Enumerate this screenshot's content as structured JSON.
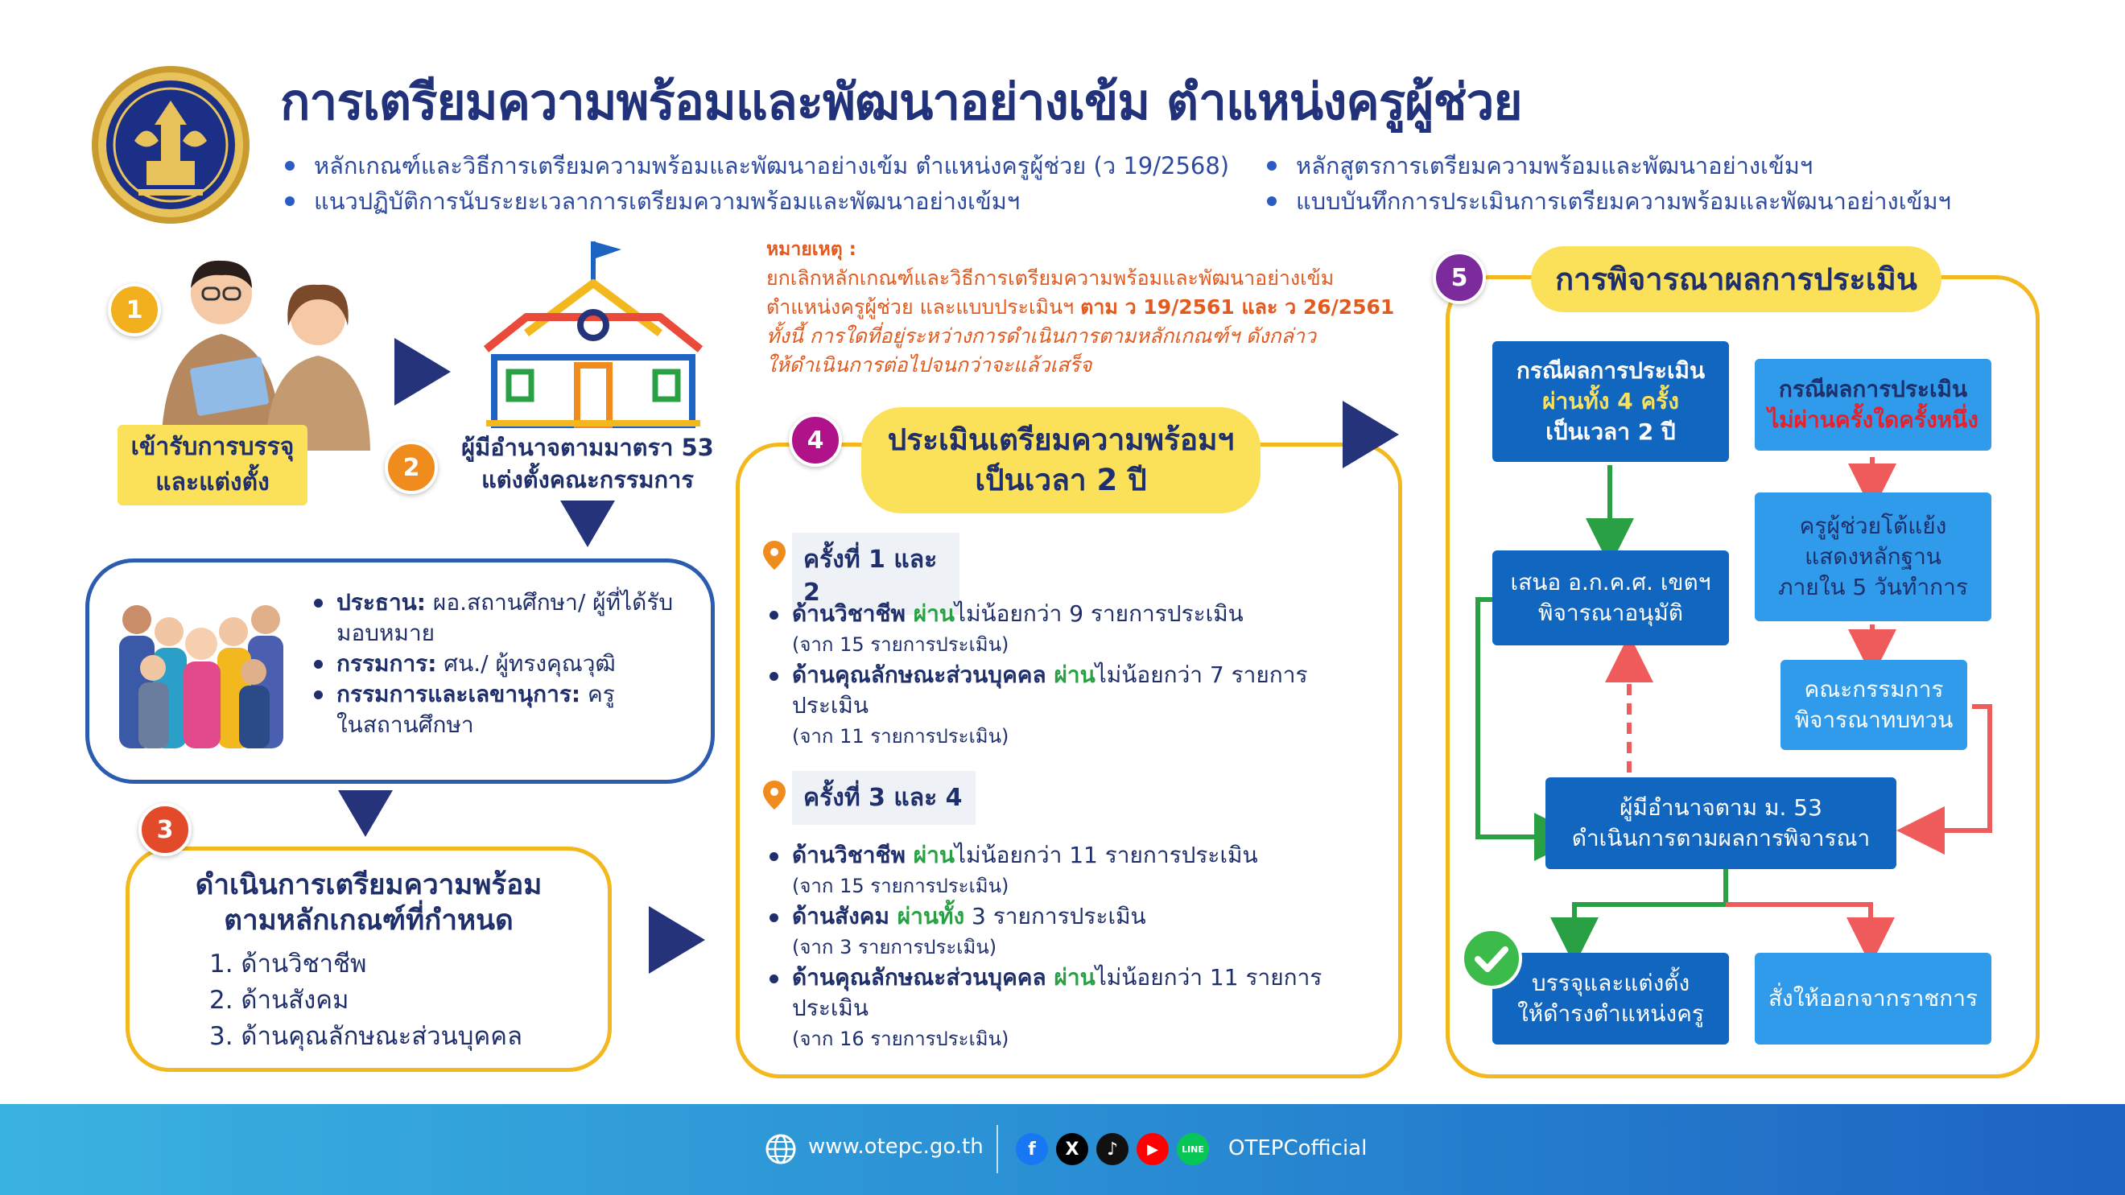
{
  "header": {
    "title": "การเตรียมความพร้อมและพัฒนาอย่างเข้ม ตำแหน่งครูผู้ช่วย",
    "bullets_left": [
      "หลักเกณฑ์และวิธีการเตรียมความพร้อมและพัฒนาอย่างเข้ม ตำแหน่งครูผู้ช่วย  (ว 19/2568)",
      "แนวปฏิบัติการนับระยะเวลาการเตรียมความพร้อมและพัฒนาอย่างเข้มฯ"
    ],
    "bullets_right": [
      "หลักสูตรการเตรียมความพร้อมและพัฒนาอย่างเข้มฯ",
      "แบบบันทึกการประเมินการเตรียมความพร้อมและพัฒนาอย่างเข้มฯ"
    ]
  },
  "steps": {
    "s1": {
      "num": "1",
      "label_line1": "เข้ารับการบรรจุ",
      "label_line2": "และแต่งตั้ง"
    },
    "s2": {
      "num": "2",
      "label_line1": "ผู้มีอำนาจตามมาตรา 53",
      "label_line2": "แต่งตั้งคณะกรรมการ"
    },
    "committee": {
      "chair_label": "ประธาน:",
      "chair_text": " ผอ.สถานศึกษา/ ผู้ที่ได้รับ",
      "chair_text2": "มอบหมาย",
      "member_label": "กรรมการ:",
      "member_text": " ศน./ ผู้ทรงคุณวุฒิ",
      "secretary_label": "กรรมการและเลขานุการ:",
      "secretary_text": " ครู",
      "secretary_text2": "ในสถานศึกษา"
    },
    "s3": {
      "num": "3",
      "title_line1": "ดำเนินการเตรียมความพร้อม",
      "title_line2": "ตามหลักเกณฑ์ที่กำหนด",
      "items": [
        "1. ด้านวิชาชีพ",
        "2. ด้านสังคม",
        "3. ด้านคุณลักษณะส่วนบุคคล"
      ]
    },
    "note": {
      "head": "หมายเหตุ :",
      "line1": "ยกเลิกหลักเกณฑ์และวิธีการเตรียมความพร้อมและพัฒนาอย่างเข้ม",
      "line2a": "ตำแหน่งครูผู้ช่วย และแบบประเมินฯ ",
      "line2b": "ตาม ว 19/2561  และ ว 26/2561",
      "line3": "ทั้งนี้ การใดที่อยู่ระหว่างการดำเนินการตามหลักเกณฑ์ฯ ดังกล่าว",
      "line4": "ให้ดำเนินการต่อไปจนกว่าจะแล้วเสร็จ"
    },
    "s4": {
      "num": "4",
      "title_line1": "ประเมินเตรียมความพร้อมฯ",
      "title_line2": "เป็นเวลา 2 ปี",
      "round12": "ครั้งที่ 1 และ 2",
      "r12_a_label": "ด้านวิชาชีพ ",
      "r12_a_pass": "ผ่าน",
      "r12_a_rest": "ไม่น้อยกว่า 9 รายการประเมิน",
      "r12_a_sub": "(จาก 15 รายการประเมิน)",
      "r12_b_label": "ด้านคุณลักษณะส่วนบุคคล ",
      "r12_b_pass": "ผ่าน",
      "r12_b_rest": "ไม่น้อยกว่า 7 รายการ",
      "r12_b_rest2": "ประเมิน",
      "r12_b_sub": "(จาก 11 รายการประเมิน)",
      "round34": "ครั้งที่ 3 และ 4",
      "r34_a_label": "ด้านวิชาชีพ ",
      "r34_a_pass": "ผ่าน",
      "r34_a_rest": "ไม่น้อยกว่า 11 รายการประเมิน",
      "r34_a_sub": "(จาก 15 รายการประเมิน)",
      "r34_b_label": "ด้านสังคม ",
      "r34_b_pass": "ผ่านทั้ง",
      "r34_b_rest": " 3 รายการประเมิน",
      "r34_b_sub": "(จาก 3 รายการประเมิน)",
      "r34_c_label": "ด้านคุณลักษณะส่วนบุคคล ",
      "r34_c_pass": "ผ่าน",
      "r34_c_rest": "ไม่น้อยกว่า 11 รายการ",
      "r34_c_rest2": "ประเมิน",
      "r34_c_sub": "(จาก 16 รายการประเมิน)"
    },
    "s5": {
      "num": "5",
      "title": "การพิจารณาผลการประเมิน",
      "pass_line1": "กรณีผลการประเมิน",
      "pass_line2": "ผ่านทั้ง 4 ครั้ง",
      "pass_line3": "เป็นเวลา 2 ปี",
      "fail_line1": "กรณีผลการประเมิน",
      "fail_line2": "ไม่ผ่านครั้งใดครั้งหนึ่ง",
      "propose_line1": "เสนอ อ.ก.ค.ศ. เขตฯ",
      "propose_line2": "พิจารณาอนุมัติ",
      "appeal_line1": "ครูผู้ช่วยโต้แย้ง",
      "appeal_line2": "แสดงหลักฐาน",
      "appeal_line3": "ภายใน 5 วันทำการ",
      "review_line1": "คณะกรรมการ",
      "review_line2": "พิจารณาทบทวน",
      "authority_line1": "ผู้มีอำนาจตาม ม. 53",
      "authority_line2": "ดำเนินการตามผลการพิจารณา",
      "appoint_line1": "บรรจุและแต่งตั้ง",
      "appoint_line2": "ให้ดำรงตำแหน่งครู",
      "dismiss": "สั่งให้ออกจากราชการ"
    }
  },
  "footer": {
    "website": "www.otepc.go.th",
    "social_handle": "OTEPCofficial",
    "social_icons": [
      "facebook-icon",
      "x-icon",
      "tiktok-icon",
      "youtube-icon",
      "line-icon"
    ],
    "line_label": "LINE"
  },
  "colors": {
    "navy": "#24337a",
    "yellow": "#fbe15a",
    "blue_dark": "#1166c0",
    "blue_light": "#2f9bea",
    "green": "#2aa044",
    "red": "#ef5a5a"
  }
}
